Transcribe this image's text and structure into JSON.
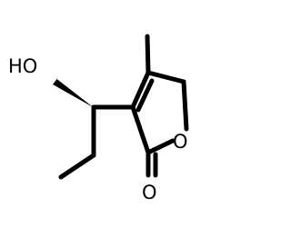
{
  "structure": {
    "atoms": {
      "hydroxyl_label": "HO",
      "ring_oxygen_label": "O",
      "carbonyl_oxygen_label": "O"
    }
  }
}
